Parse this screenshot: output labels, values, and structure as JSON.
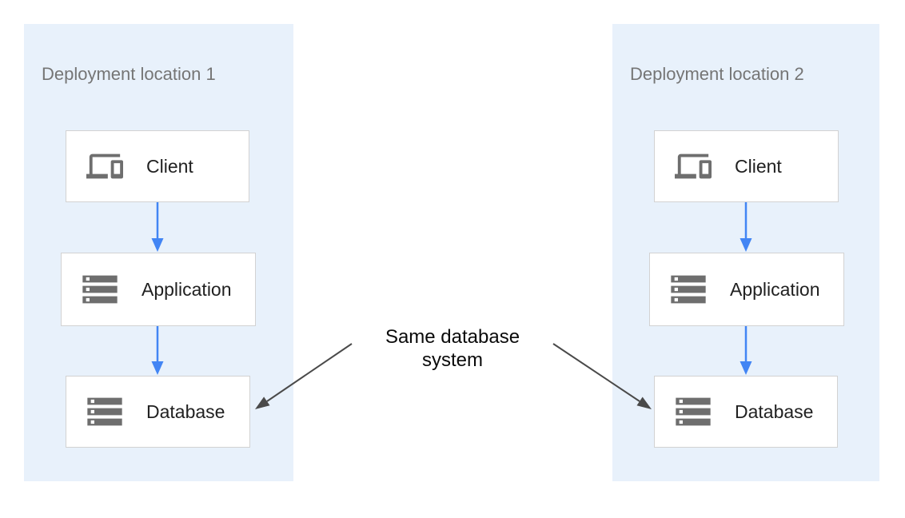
{
  "diagram": {
    "panels": [
      {
        "title": "Deployment location 1",
        "nodes": [
          {
            "label": "Client",
            "icon": "devices-icon"
          },
          {
            "label": "Application",
            "icon": "storage-icon"
          },
          {
            "label": "Database",
            "icon": "storage-icon"
          }
        ]
      },
      {
        "title": "Deployment location 2",
        "nodes": [
          {
            "label": "Client",
            "icon": "devices-icon"
          },
          {
            "label": "Application",
            "icon": "storage-icon"
          },
          {
            "label": "Database",
            "icon": "storage-icon"
          }
        ]
      }
    ],
    "annotation": {
      "lines": [
        "Same database",
        "system"
      ]
    },
    "colors": {
      "panel_bg": "#e8f1fb",
      "title_gray": "#757575",
      "node_border": "#d2d2d2",
      "node_bg": "#ffffff",
      "node_label": "#212121",
      "icon_gray": "#6e6e6e",
      "flow_arrow": "#4285f4",
      "annotation_arrow": "#4a4a4a",
      "annotation_text": "#0a0a0a",
      "canvas_bg": "#ffffff"
    }
  }
}
